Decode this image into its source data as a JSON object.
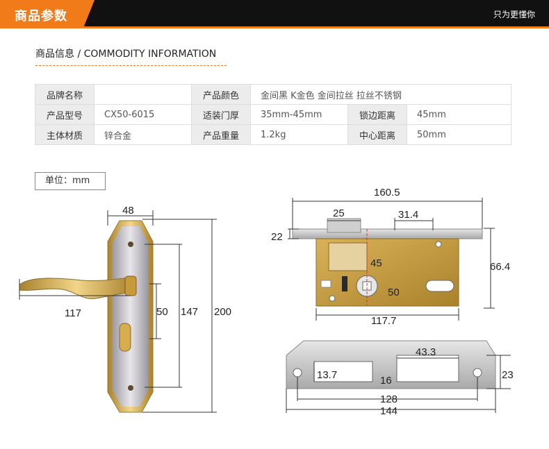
{
  "header": {
    "title": "商品参数",
    "slogan": "只为更懂你"
  },
  "section": {
    "title": "商品信息 / COMMODITY INFORMATION"
  },
  "spec_table": {
    "rows": [
      [
        {
          "label": "品牌名称",
          "value": ""
        },
        {
          "label": "产品颜色",
          "value": "金间黑 K金色 金间拉丝 拉丝不锈钢"
        }
      ],
      [
        {
          "label": "产品型号",
          "value": "CX50-6015"
        },
        {
          "label": "适装门厚",
          "value": "35mm-45mm"
        },
        {
          "label": "锁边距离",
          "value": "45mm"
        }
      ],
      [
        {
          "label": "主体材质",
          "value": "锌合金"
        },
        {
          "label": "产品重量",
          "value": "1.2kg"
        },
        {
          "label": "中心距离",
          "value": "50mm"
        }
      ]
    ]
  },
  "unit_label": "单位：mm",
  "dimensions": {
    "handle": {
      "plate_width": "48",
      "lever_length": "117",
      "spindle_to_key": "50",
      "screw_spacing": "147",
      "plate_height": "200"
    },
    "lock_body": {
      "faceplate_length": "160.5",
      "latch_width": "25",
      "bolt_width": "31.4",
      "faceplate_width": "22",
      "backset": "45",
      "center_distance": "50",
      "body_height": "66.4",
      "body_length": "117.7"
    },
    "strike_plate": {
      "hole_height": "13.7",
      "hole_width": "43.3",
      "gap": "16",
      "plate_width": "23",
      "screw_spacing": "128",
      "plate_length": "144"
    }
  },
  "colors": {
    "accent": "#f17b19",
    "header_bg": "#111111",
    "brass": "#c9a24a",
    "steel": "#c6c6c6"
  }
}
